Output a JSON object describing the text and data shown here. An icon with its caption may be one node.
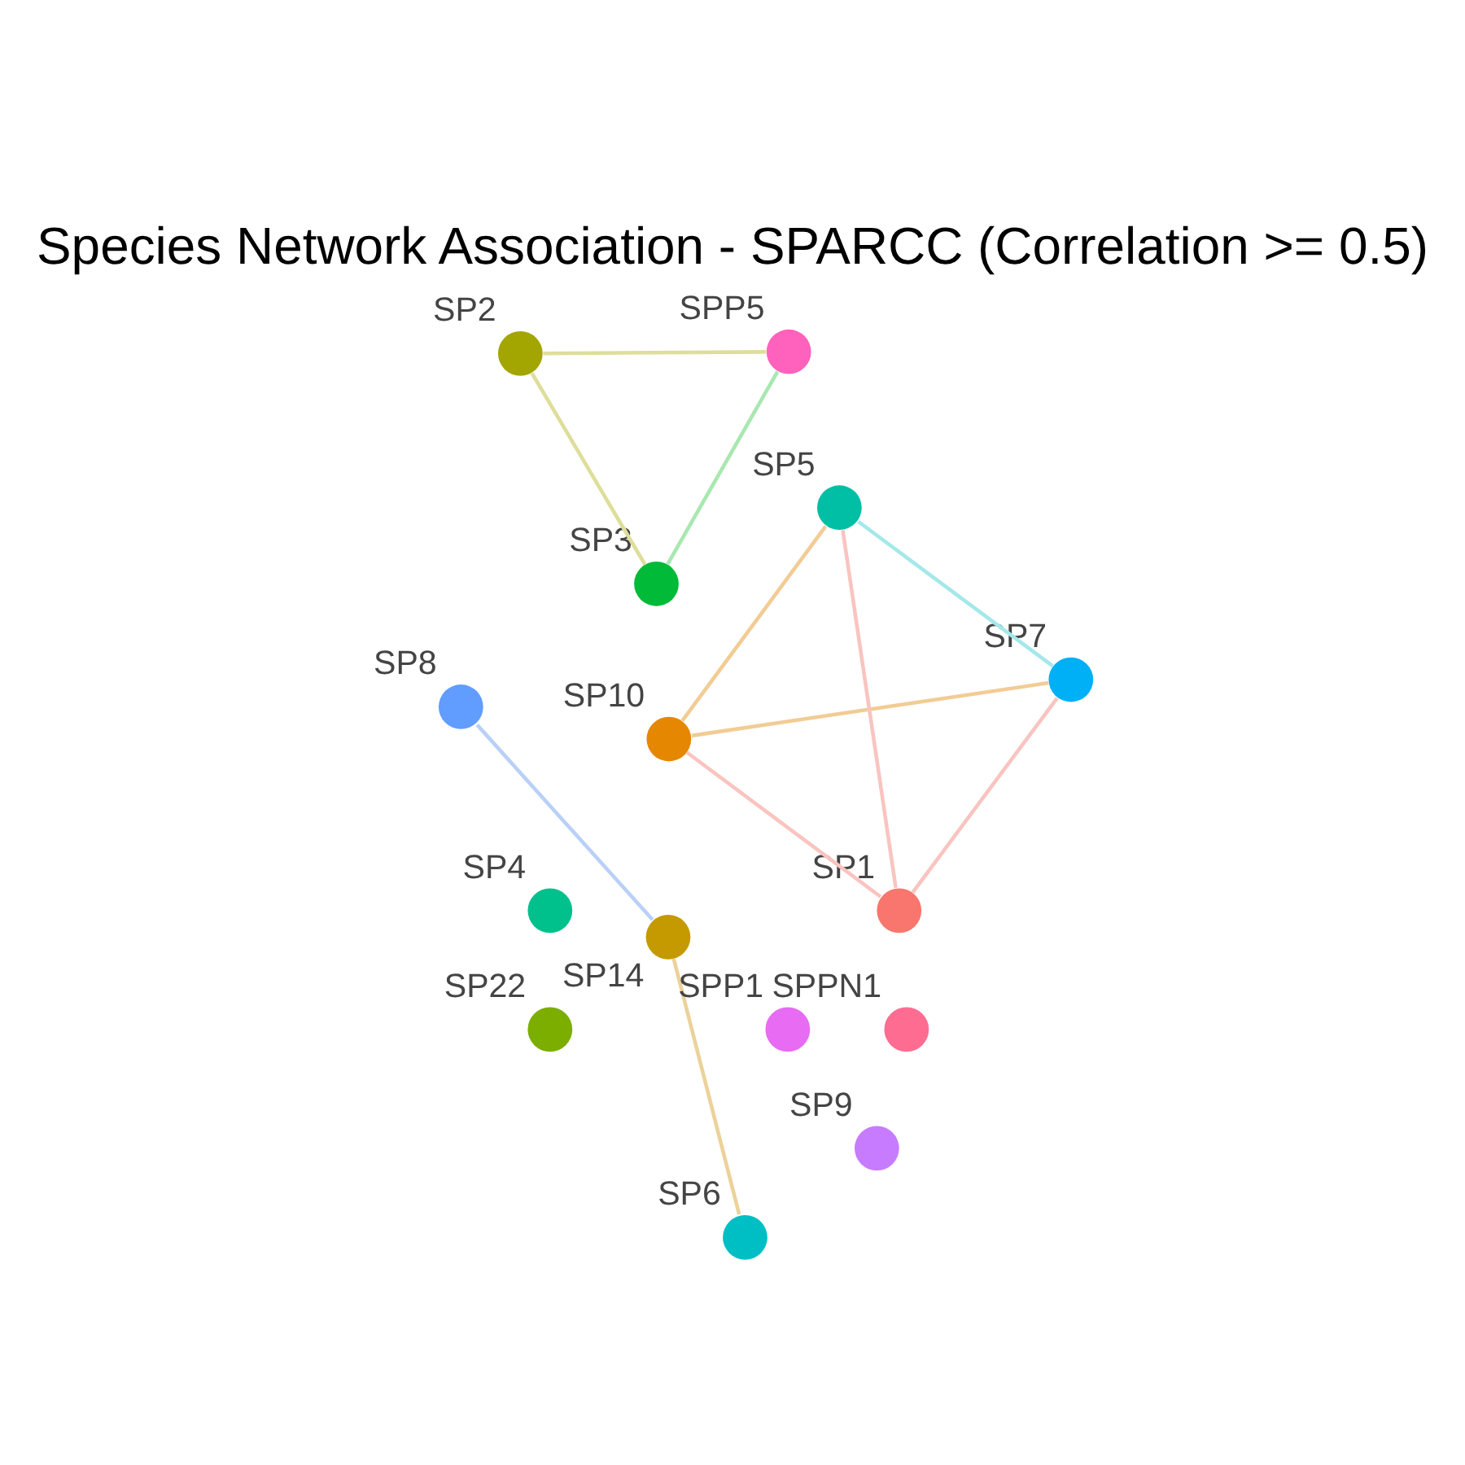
{
  "diagram": {
    "title": "Species Network Association - SPARCC (Correlation >= 0.5)",
    "nodes": [
      {
        "text": [],
        "shape": "circle",
        "beside": [
          "SP8"
        ]
      },
      {
        "text": [],
        "shape": "circle",
        "beside": [
          "SP14"
        ]
      },
      {
        "text": [],
        "shape": "circle",
        "beside": [
          "SPP1"
        ]
      },
      {
        "text": [],
        "shape": "circle",
        "beside": [
          "SP6"
        ]
      },
      {
        "text": [],
        "shape": "circle",
        "beside": [
          "SP4"
        ]
      },
      {
        "text": [],
        "shape": "circle",
        "beside": [
          "SP2"
        ]
      },
      {
        "text": [],
        "shape": "circle",
        "beside": [
          "SPP5"
        ]
      },
      {
        "text": [],
        "shape": "circle",
        "beside": [
          "SP3"
        ]
      },
      {
        "text": [],
        "shape": "circle",
        "beside": [
          "SP22"
        ]
      },
      {
        "text": [],
        "shape": "circle",
        "beside": [
          "SP9"
        ]
      },
      {
        "text": [],
        "shape": "circle",
        "beside": [
          "SP10"
        ]
      },
      {
        "text": [],
        "shape": "circle",
        "beside": [
          "SPPN1"
        ]
      },
      {
        "text": [],
        "shape": "circle",
        "beside": [
          "SP7"
        ]
      },
      {
        "text": [],
        "shape": "circle",
        "beside": [
          "SP1"
        ]
      },
      {
        "text": [],
        "shape": "circle",
        "beside": [
          "SP5"
        ]
      }
    ],
    "edges": [
      {
        "from": 0,
        "to": 1,
        "arrow": "none",
        "color": "#b9d0f7"
      },
      {
        "from": 1,
        "to": 3,
        "arrow": "none",
        "color": "#ecd29a"
      },
      {
        "from": 5,
        "to": 6,
        "arrow": "none",
        "color": "#dede9a"
      },
      {
        "from": 5,
        "to": 7,
        "arrow": "none",
        "color": "#dede9a"
      },
      {
        "from": 6,
        "to": 7,
        "arrow": "none",
        "color": "#a8e8b0"
      },
      {
        "from": 10,
        "to": 13,
        "arrow": "none",
        "color": "#f9c4c0"
      },
      {
        "from": 10,
        "to": 12,
        "arrow": "none",
        "color": "#f2cc94"
      },
      {
        "from": 10,
        "to": 14,
        "arrow": "none",
        "color": "#f2cc94"
      },
      {
        "from": 13,
        "to": 12,
        "arrow": "none",
        "color": "#f9c4c0"
      },
      {
        "from": 13,
        "to": 14,
        "arrow": "none",
        "color": "#f9c4c0"
      },
      {
        "from": 12,
        "to": 14,
        "arrow": "none",
        "color": "#a4e8ea"
      }
    ]
  }
}
